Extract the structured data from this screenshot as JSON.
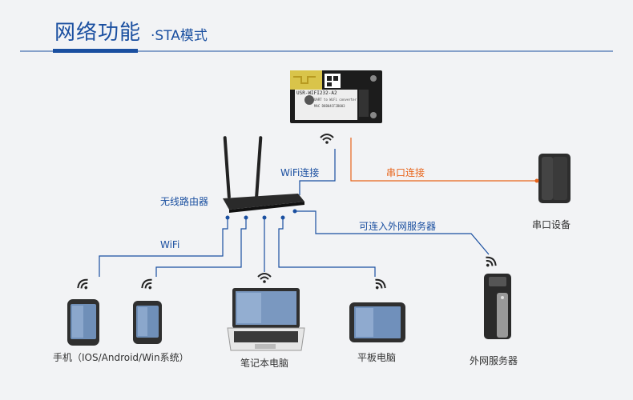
{
  "header": {
    "title": "网络功能",
    "subtitle": "·STA模式"
  },
  "module": {
    "line1": "USR-WIFI232-A2",
    "line2": "UART to WiFi converter",
    "line3": "MAC D8B04CF2B003"
  },
  "labels": {
    "router": "无线路由器",
    "wifi_connect": "WiFi连接",
    "serial_connect": "串口连接",
    "serial_device": "串口设备",
    "external_server_link": "可连入外网服务器",
    "wifi": "WiFi",
    "phone": "手机（IOS/Android/Win系统）",
    "laptop": "笔记本电脑",
    "tablet": "平板电脑",
    "server": "外网服务器"
  },
  "colors": {
    "blue": "#1a4fa0",
    "orange": "#e8641a"
  }
}
